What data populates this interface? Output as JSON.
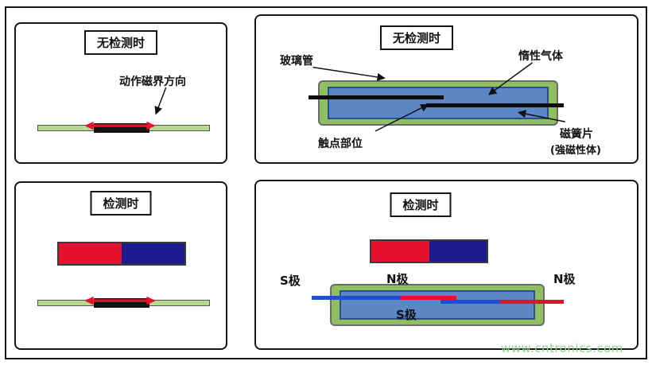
{
  "watermark": "www.cntronics.com",
  "colors": {
    "panel_border": "#161616",
    "strip_green": "#b5d98d",
    "tube_green": "#8fbf60",
    "tube_blue": "#5b87c5",
    "magnet_red": "#e8112d",
    "magnet_blue": "#1b1b8f",
    "lead_black": "#0d0d0d",
    "lead_blue": "#1f4fd0",
    "lead_red": "#e8112d",
    "arrow_red": "#e8112d",
    "watermark_green": "#8fd694"
  },
  "panels": {
    "top_left": {
      "title": "无检测时",
      "magnetic_field_label": "动作磁界方向"
    },
    "top_right": {
      "title": "无检测时",
      "glass_tube_label": "玻璃管",
      "inert_gas_label": "惰性气体",
      "contact_area_label": "触点部位",
      "reed_label": "磁簧片",
      "reed_sublabel": "(強磁性体)"
    },
    "bottom_left": {
      "title": "检测时"
    },
    "bottom_right": {
      "title": "检测时",
      "pole_left": "S极",
      "pole_top": "N极",
      "pole_right": "N极",
      "pole_bottom": "S极"
    }
  }
}
